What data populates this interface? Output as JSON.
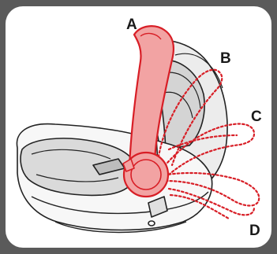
{
  "labels": {
    "a": "A",
    "b": "B",
    "c": "C",
    "d": "D"
  },
  "colors": {
    "frame": "#5a5a5a",
    "panel": "#ffffff",
    "handle_fill": "#f2a3a3",
    "handle_stroke": "#d81e26",
    "dotted": "#d81e26",
    "seat_shell": "#f7f7f7",
    "seat_line": "#222222",
    "fabric": "#d8d8d8"
  },
  "icons": {
    "handle": "carry-handle-highlighted",
    "seat": "infant-car-seat"
  }
}
